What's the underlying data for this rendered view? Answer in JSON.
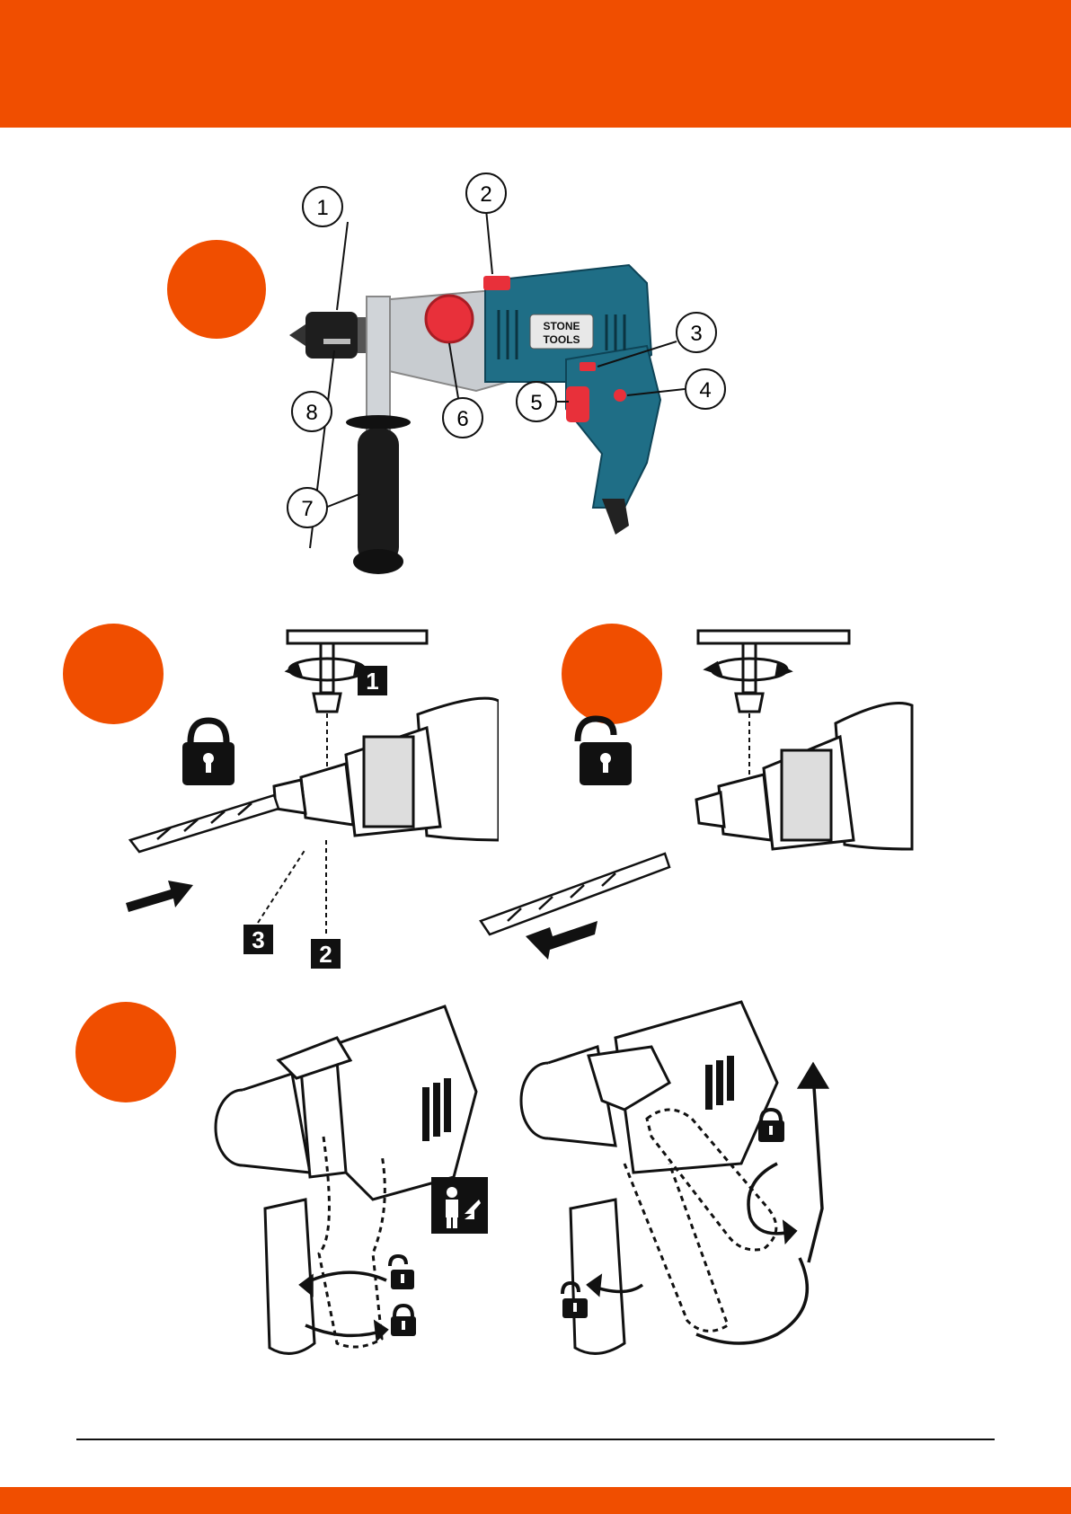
{
  "colors": {
    "accent": "#f04e00",
    "drill_body": "#1f6e86",
    "drill_red": "#e8303a",
    "ink": "#111111"
  },
  "figure_markers": [
    "fig-1-dot",
    "fig-2-dot",
    "fig-3-dot",
    "fig-4-dot"
  ],
  "overview": {
    "brand_logo": "STONE TOOLS",
    "callouts": [
      "1",
      "2",
      "3",
      "4",
      "5",
      "6",
      "7",
      "8"
    ]
  },
  "chuck_install": {
    "steps": [
      "1",
      "2",
      "3"
    ],
    "icons": [
      "lock-closed-icon",
      "rotate-arrows-icon",
      "insert-arrow-icon"
    ]
  },
  "chuck_remove": {
    "icons": [
      "lock-open-icon",
      "rotate-arrows-icon",
      "remove-arrow-icon"
    ]
  },
  "handle_adjust": {
    "icons": [
      "person-arrow-icon",
      "lock-open-icon",
      "lock-closed-icon",
      "rotate-arrows-icon"
    ]
  }
}
